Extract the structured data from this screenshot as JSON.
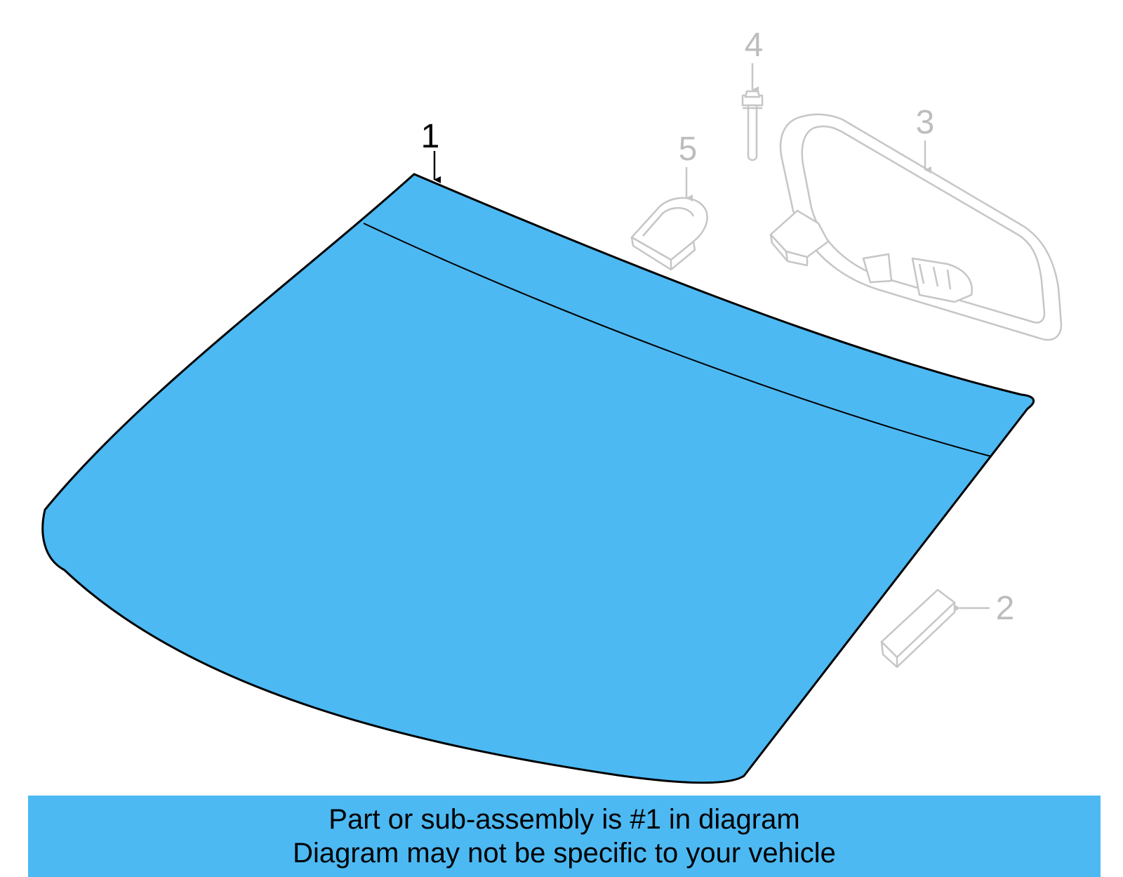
{
  "diagram": {
    "colors": {
      "highlight_fill": "#4cb9f3",
      "highlight_stroke": "#000000",
      "ghost_stroke": "#c6c6c6",
      "ghost_text": "#bdbdbd",
      "banner_bg": "#4cb9f3"
    },
    "parts": [
      {
        "label": "1",
        "name": "windshield-glass",
        "highlighted": true
      },
      {
        "label": "2",
        "name": "bracket",
        "highlighted": false
      },
      {
        "label": "3",
        "name": "rear-view-mirror",
        "highlighted": false
      },
      {
        "label": "4",
        "name": "bolt",
        "highlighted": false
      },
      {
        "label": "5",
        "name": "mirror-mount-button",
        "highlighted": false
      }
    ]
  },
  "banner": {
    "line1": "Part or sub-assembly is #1 in diagram",
    "line2": "Diagram may not be specific to your vehicle"
  }
}
